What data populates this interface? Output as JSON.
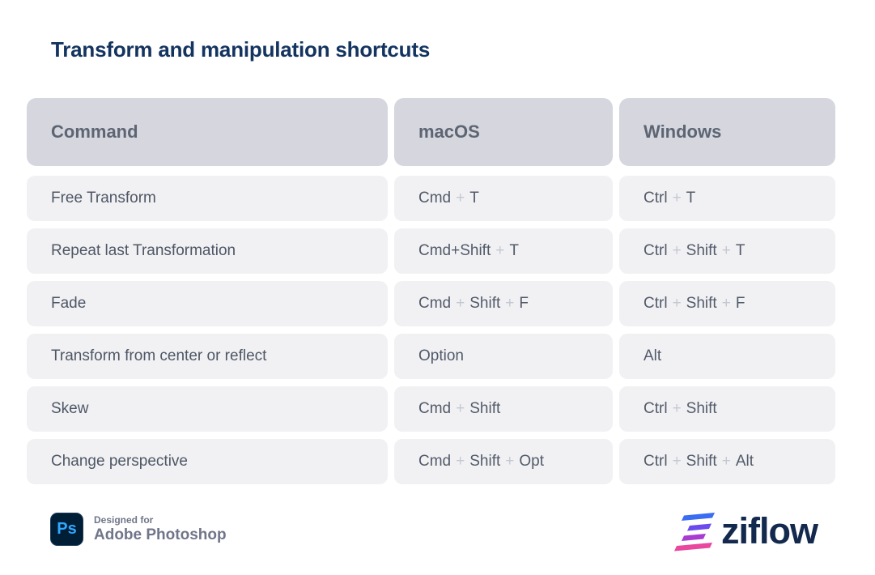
{
  "title": "Transform and manipulation shortcuts",
  "table": {
    "headers": [
      "Command",
      "macOS",
      "Windows"
    ],
    "plus_separator": "+",
    "rows": [
      {
        "command": "Free Transform",
        "macos": [
          "Cmd",
          "T"
        ],
        "windows": [
          "Ctrl",
          "T"
        ]
      },
      {
        "command": "Repeat last Transformation",
        "macos": [
          "Cmd+Shift",
          "T"
        ],
        "windows": [
          "Ctrl",
          "Shift",
          "T"
        ]
      },
      {
        "command": "Fade",
        "macos": [
          "Cmd",
          "Shift",
          "F"
        ],
        "windows": [
          "Ctrl",
          "Shift",
          "F"
        ]
      },
      {
        "command": "Transform from center or reflect",
        "macos": [
          "Option"
        ],
        "windows": [
          "Alt"
        ]
      },
      {
        "command": "Skew",
        "macos": [
          "Cmd",
          "Shift"
        ],
        "windows": [
          "Ctrl",
          "Shift"
        ]
      },
      {
        "command": "Change perspective",
        "macos": [
          "Cmd",
          "Shift",
          "Opt"
        ],
        "windows": [
          "Ctrl",
          "Shift",
          "Alt"
        ]
      }
    ]
  },
  "footer": {
    "ps_badge_label": "Ps",
    "designed_for": "Designed for",
    "app_name": "Adobe Photoshop",
    "brand_name": "ziflow"
  },
  "colors": {
    "title_text": "#143460",
    "header_bg": "#d5d6de",
    "header_text": "#5d6573",
    "row_bg": "#f1f1f4",
    "row_text": "#4e5765",
    "plus_text": "#c3c8d2",
    "ps_badge_bg": "#001e36",
    "ps_badge_text": "#31a8ff",
    "footer_text": "#70758a",
    "ziflow_navy": "#13294d",
    "ziflow_mark_bars": [
      "#3a6df2",
      "#6b4bee",
      "#a93bd1",
      "#e8489e"
    ]
  }
}
